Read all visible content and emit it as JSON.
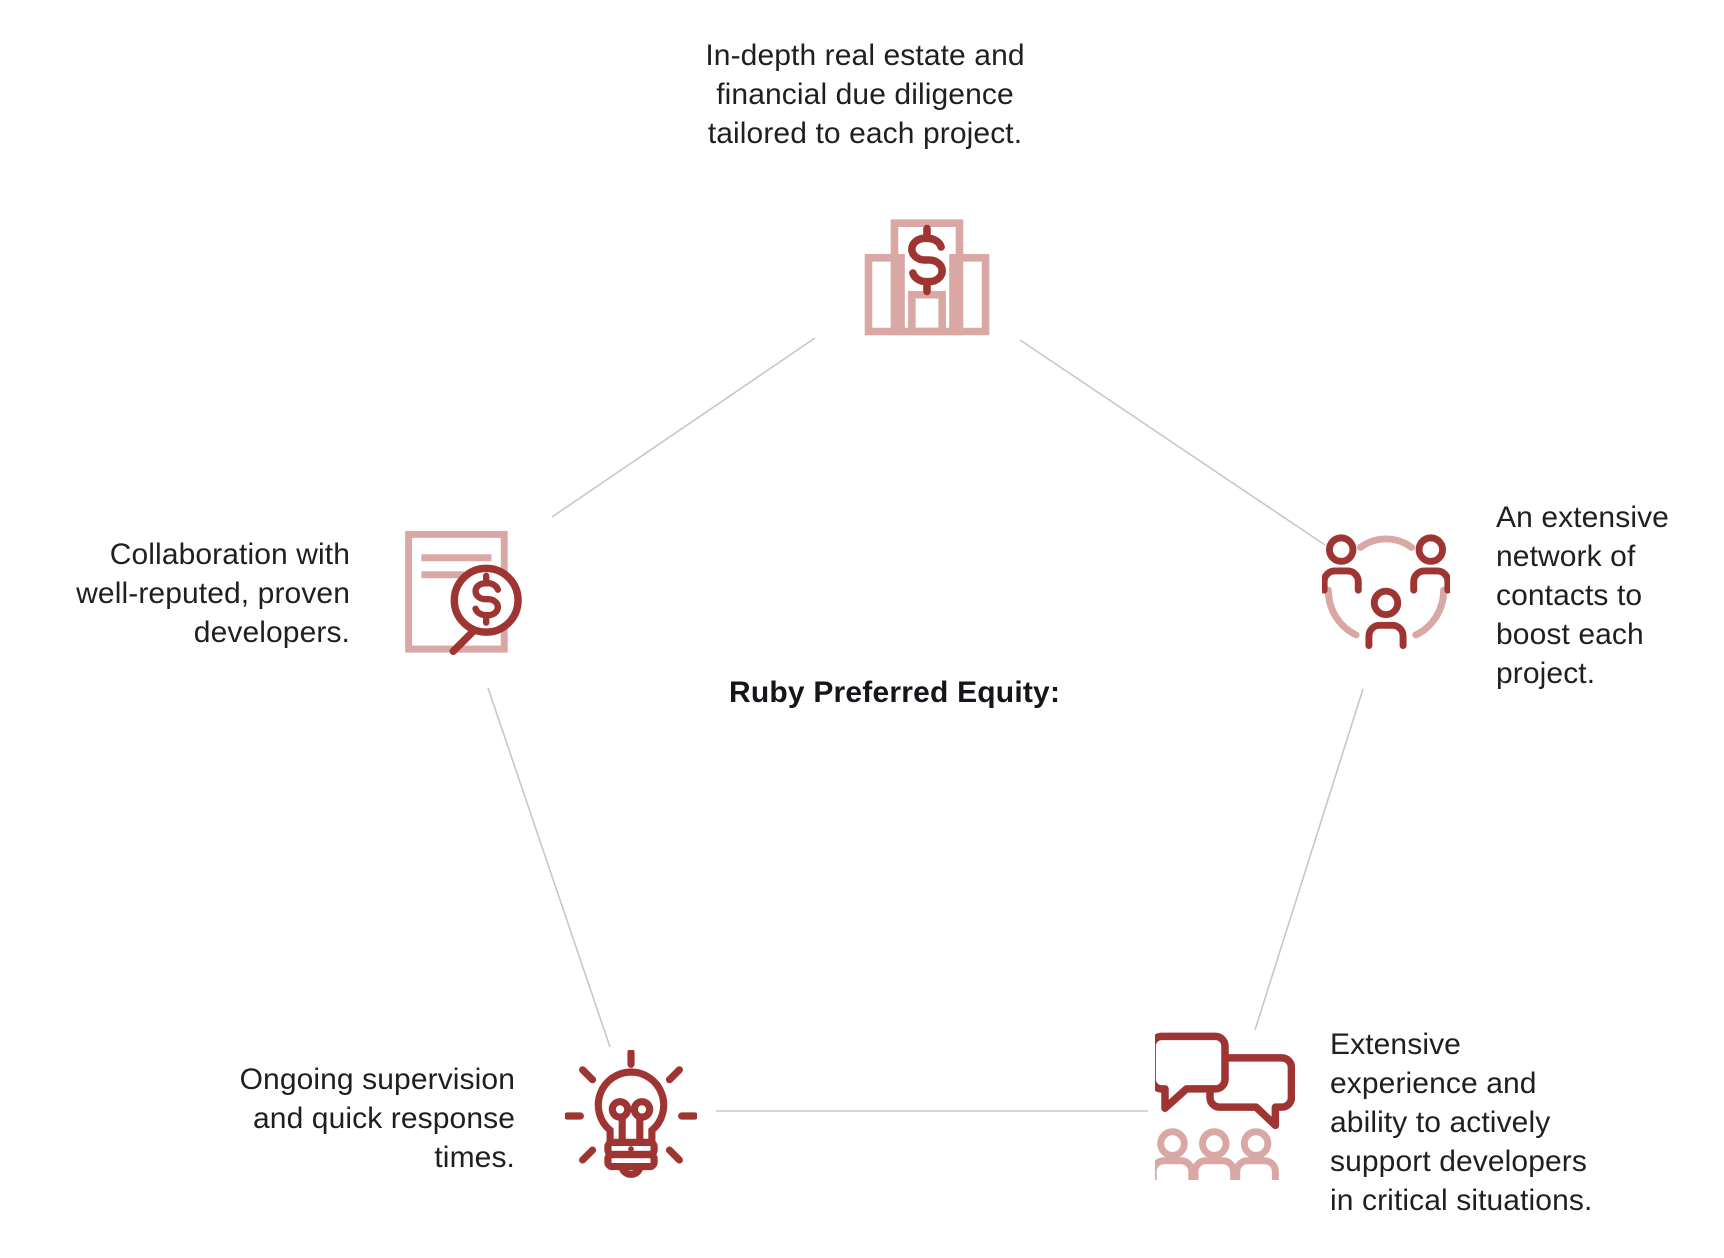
{
  "center": {
    "title": "Ruby Preferred Equity:"
  },
  "colors": {
    "dark_red": "#9e3533",
    "light_pink": "#d9a8a4",
    "connector_gray": "#c7c7c7",
    "text": "#1f1f1f",
    "background": "#ffffff"
  },
  "nodes": [
    {
      "id": "due-diligence",
      "icon": "bank-building-dollar-icon",
      "position": "top",
      "caption": "In-depth real estate and\nfinancial due diligence\ntailored to each project."
    },
    {
      "id": "network",
      "icon": "people-network-icon",
      "position": "right",
      "caption": "An extensive\nnetwork of\ncontacts to\nboost each\nproject."
    },
    {
      "id": "support",
      "icon": "speech-bubbles-audience-icon",
      "position": "bottom-right",
      "caption": "Extensive\nexperience and\nability to actively\nsupport developers\nin critical situations."
    },
    {
      "id": "supervision",
      "icon": "lightbulb-idea-icon",
      "position": "bottom-left",
      "caption": "Ongoing supervision\nand quick response\ntimes."
    },
    {
      "id": "developers",
      "icon": "document-magnifier-dollar-icon",
      "position": "left",
      "caption": "Collaboration with\nwell-reputed, proven\ndevelopers."
    }
  ]
}
